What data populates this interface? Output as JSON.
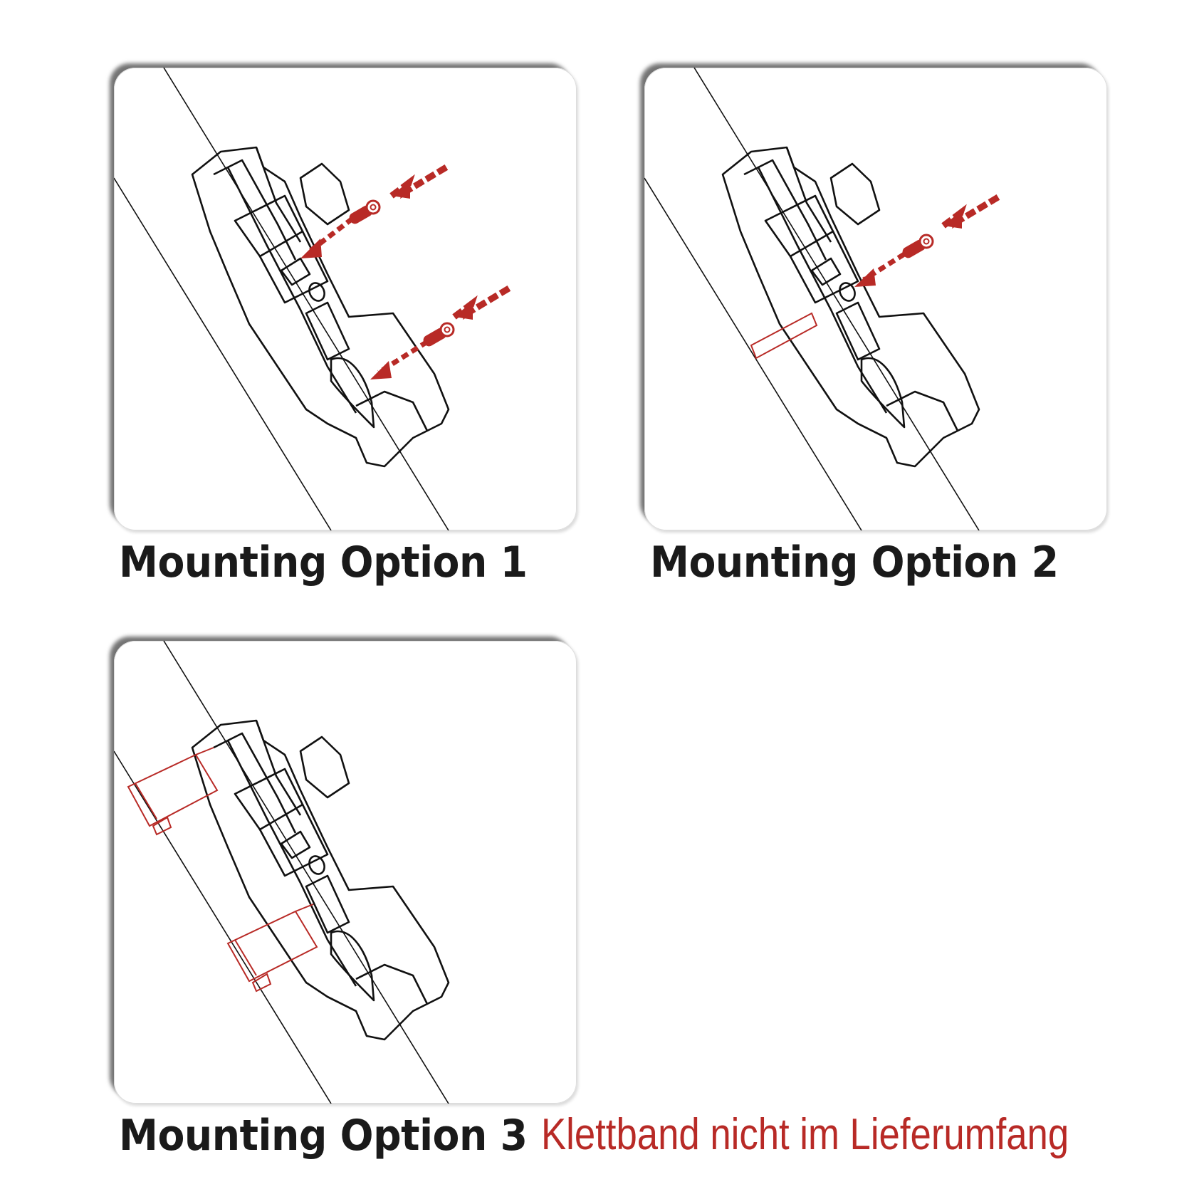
{
  "panels": [
    {
      "id": 1,
      "caption": "Mounting Option 1",
      "method": "two-screws"
    },
    {
      "id": 2,
      "caption": "Mounting Option 2",
      "method": "one-screw-plus-strap"
    },
    {
      "id": 3,
      "caption": "Mounting Option 3",
      "method": "two-straps",
      "note": "Klettband nicht im Lieferumfang"
    }
  ],
  "colors": {
    "accent": "#b82a26",
    "line": "#111111",
    "text": "#1a1a1a"
  }
}
